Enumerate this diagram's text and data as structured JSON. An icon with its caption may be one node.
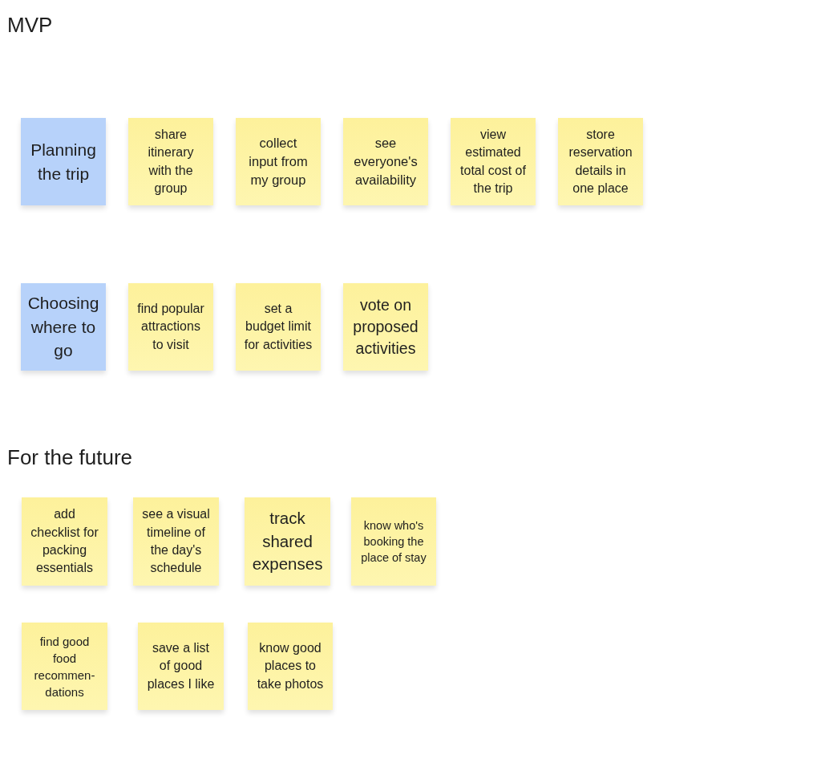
{
  "diagram": {
    "nodes": [
      {
        "text": [
          "Planning the trip"
        ]
      },
      {
        "text": [
          "share itinerary with the group"
        ]
      },
      {
        "text": [
          "collect input from my group"
        ]
      },
      {
        "text": [
          "see everyone's availability"
        ]
      },
      {
        "text": [
          "view estimated total cost of the trip"
        ]
      },
      {
        "text": [
          "store reservation details in one place"
        ]
      },
      {
        "text": [
          "Choosing where to go"
        ]
      },
      {
        "text": [
          "find popular attractions to visit"
        ]
      },
      {
        "text": [
          "set a budget limit for activities"
        ]
      },
      {
        "text": [
          "vote on proposed activities"
        ]
      },
      {
        "text": [
          "add checklist for packing essentials"
        ]
      },
      {
        "text": [
          "see a visual timeline of the day's schedule"
        ]
      },
      {
        "text": [
          "track shared expenses"
        ]
      },
      {
        "text": [
          "know who's booking the place of stay"
        ]
      },
      {
        "text": [
          "find good food recommen-dations"
        ]
      },
      {
        "text": [
          "save a list of good places I like"
        ]
      },
      {
        "text": [
          "know good places to take photos"
        ]
      }
    ],
    "labels": [
      "MVP",
      "For the future"
    ]
  }
}
